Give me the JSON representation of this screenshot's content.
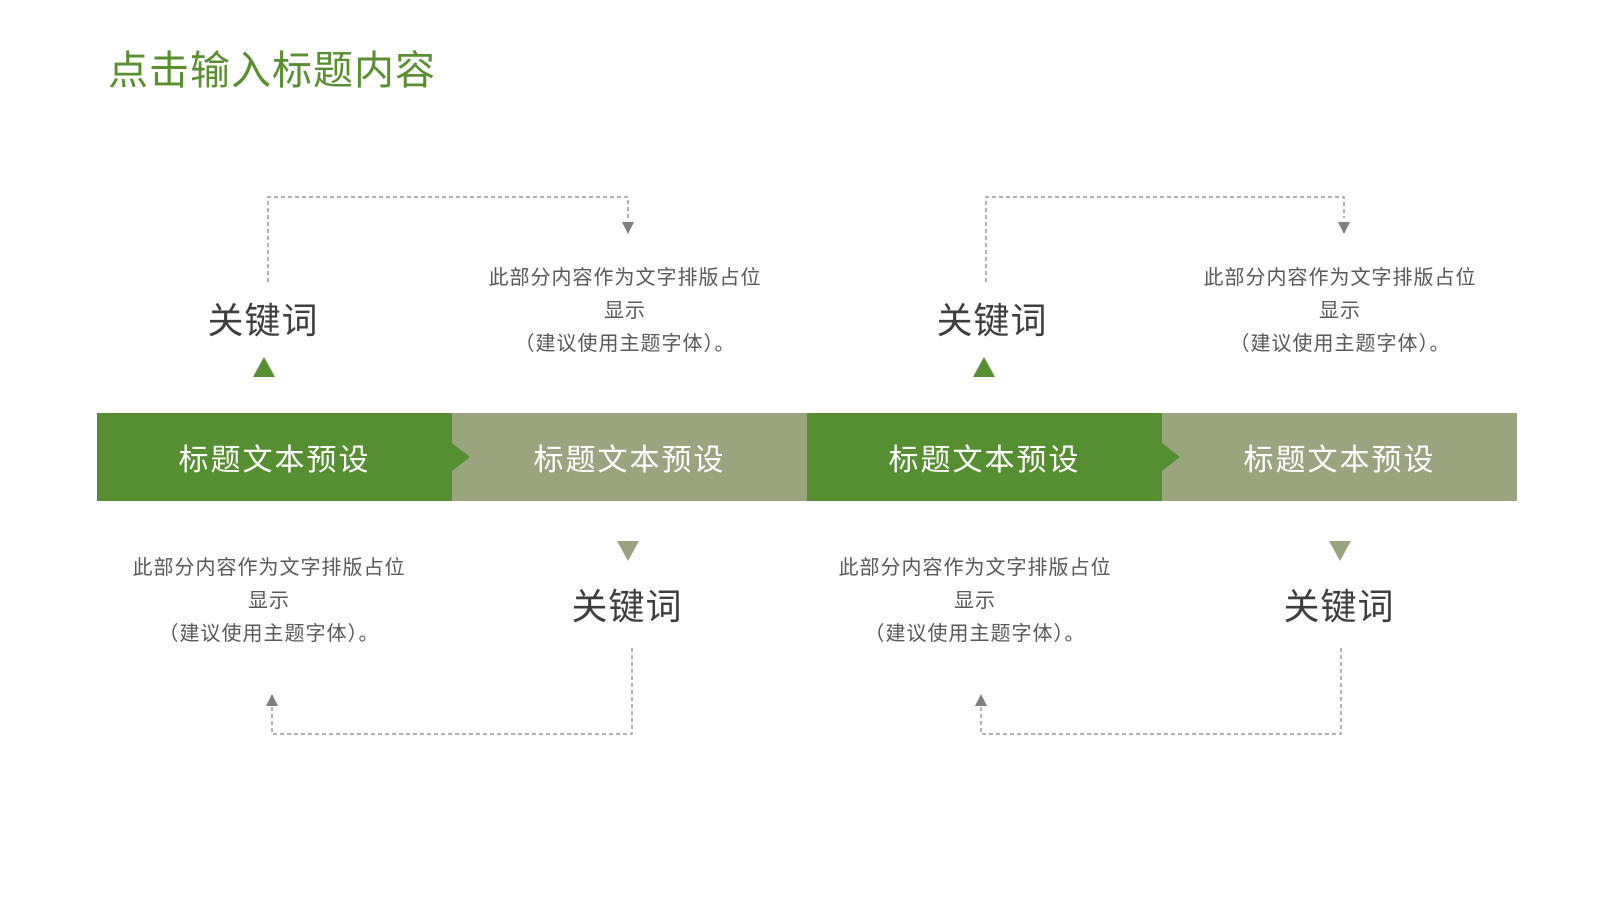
{
  "title": "点击输入标题内容",
  "steps": [
    {
      "label": "标题文本预设",
      "keyword": "关键词",
      "desc": [
        "此部分内容作为文字排版占位",
        "显示",
        "（建议使用主题字体）。"
      ]
    },
    {
      "label": "标题文本预设",
      "keyword": "关键词",
      "desc": [
        "此部分内容作为文字排版占位",
        "显示",
        "（建议使用主题字体）。"
      ]
    },
    {
      "label": "标题文本预设",
      "keyword": "关键词",
      "desc": [
        "此部分内容作为文字排版占位",
        "显示",
        "（建议使用主题字体）。"
      ]
    },
    {
      "label": "标题文本预设",
      "keyword": "关键词",
      "desc": [
        "此部分内容作为文字排版占位",
        "显示",
        "（建议使用主题字体）。"
      ]
    }
  ],
  "colors": {
    "title": "#5a8f30",
    "dark": "#558f31",
    "light": "#9aa57f",
    "connector": "#8c8c8c"
  }
}
